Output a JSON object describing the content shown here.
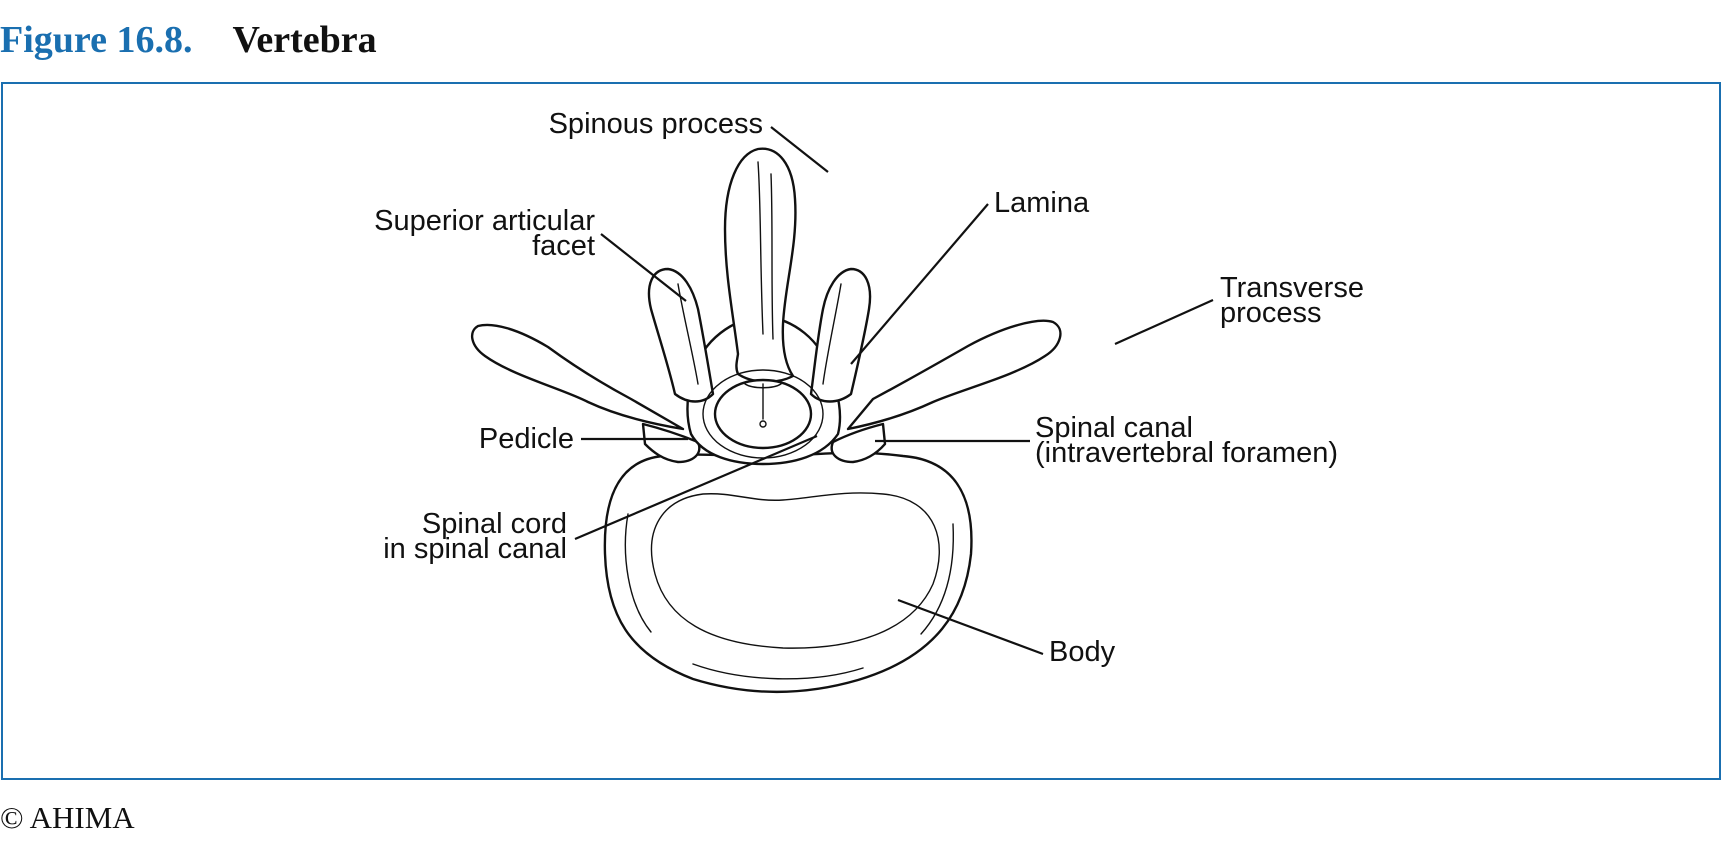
{
  "figure": {
    "number": "Figure 16.8.",
    "title": "Vertebra",
    "number_color": "#1a6fb0",
    "frame_color": "#1a6fb0"
  },
  "labels": {
    "spinous_process": "Spinous process",
    "superior_articular_facet": [
      "Superior articular",
      "facet"
    ],
    "lamina": "Lamina",
    "transverse_process": [
      "Transverse",
      "process"
    ],
    "pedicle": "Pedicle",
    "spinal_canal": [
      "Spinal canal",
      "(intravertebral foramen)"
    ],
    "spinal_cord": [
      "Spinal cord",
      "in spinal canal"
    ],
    "body": "Body"
  },
  "copyright": "© AHIMA"
}
